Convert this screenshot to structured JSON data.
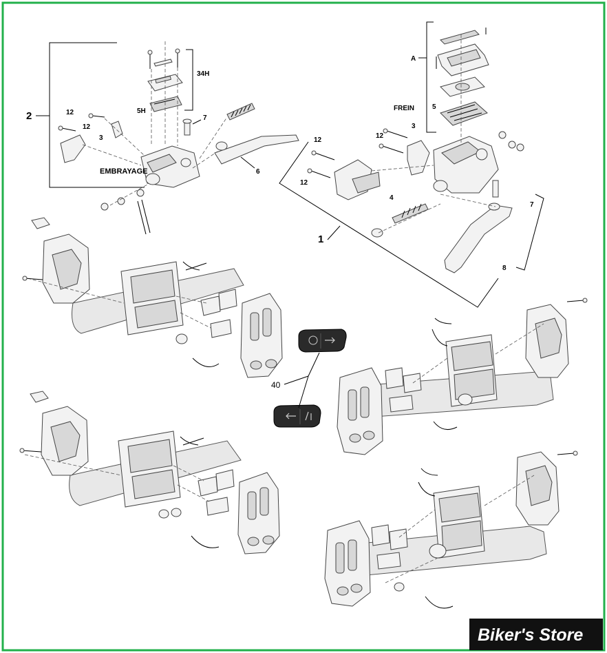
{
  "labels": {
    "group_1": "1",
    "group_2": "2",
    "label_34H": "34H",
    "label_5H": "5H",
    "label_embrayage": "EMBRAYAGE",
    "label_frein": "FREIN",
    "label_A": "A",
    "label_5": "5",
    "label_3_left": "3",
    "label_3_right": "3",
    "label_4": "4",
    "label_6": "6",
    "label_7_left": "7",
    "label_7_right": "7",
    "label_8": "8",
    "label_12_a": "12",
    "label_12_b": "12",
    "label_12_c": "12",
    "label_12_d": "12",
    "label_12_e": "12",
    "label_40": "40"
  },
  "watermark": "Biker's Store",
  "colors": {
    "frame_border": "#22b04b",
    "watermark_bg": "#111111",
    "watermark_text": "#ffffff"
  }
}
